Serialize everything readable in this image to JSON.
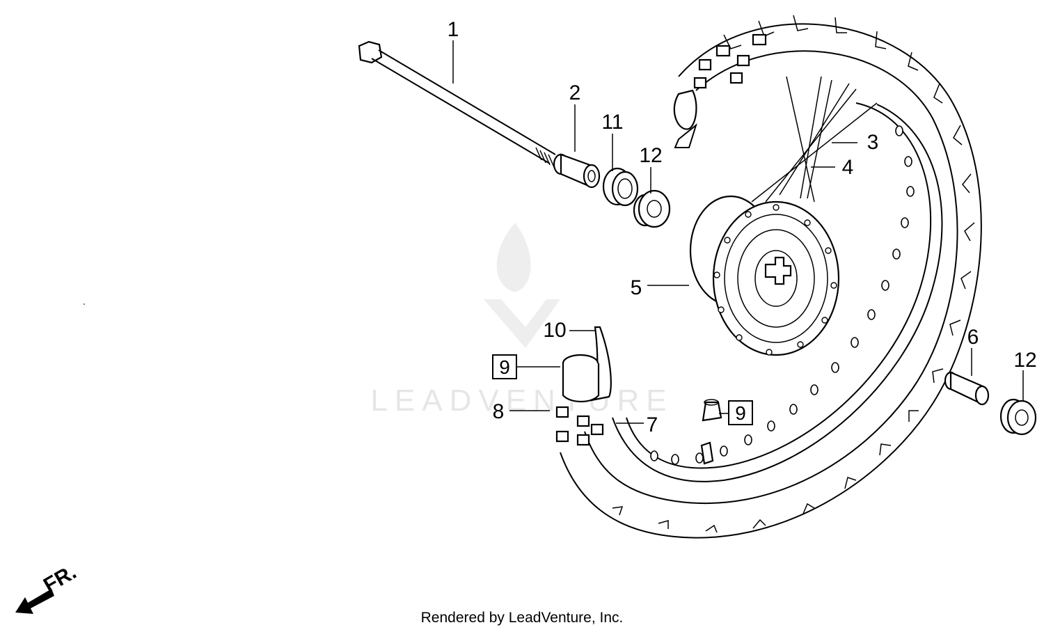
{
  "watermark": {
    "text": "LEADVENTURE"
  },
  "direction_indicator": {
    "label": "FR."
  },
  "footer": {
    "text": "Rendered by LeadVenture, Inc."
  },
  "callouts": [
    {
      "id": "1",
      "label": "1"
    },
    {
      "id": "2",
      "label": "2"
    },
    {
      "id": "3",
      "label": "3"
    },
    {
      "id": "4",
      "label": "4"
    },
    {
      "id": "5",
      "label": "5"
    },
    {
      "id": "6",
      "label": "6"
    },
    {
      "id": "7",
      "label": "7"
    },
    {
      "id": "8",
      "label": "8"
    },
    {
      "id": "9a",
      "label": "9",
      "boxed": true
    },
    {
      "id": "9b",
      "label": "9",
      "boxed": true
    },
    {
      "id": "10",
      "label": "10"
    },
    {
      "id": "11",
      "label": "11"
    },
    {
      "id": "12a",
      "label": "12"
    },
    {
      "id": "12b",
      "label": "12"
    }
  ]
}
